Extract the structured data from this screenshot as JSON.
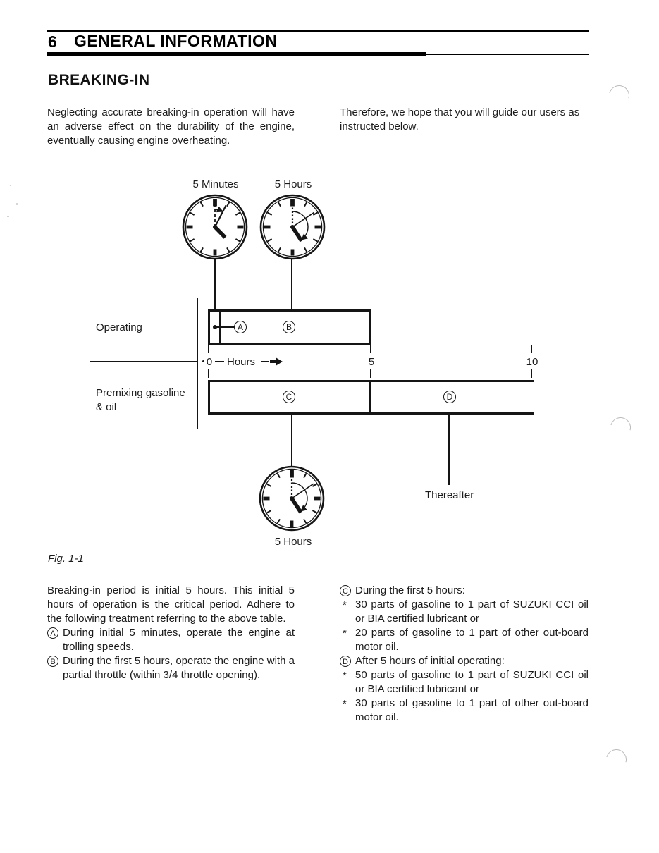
{
  "page": {
    "header": {
      "page_number": "6",
      "title": "GENERAL INFORMATION"
    },
    "section_title": "BREAKING-IN",
    "intro": {
      "left": "Neglecting accurate breaking-in operation will have an adverse effect on the durability of the engine, eventually causing engine overheating.",
      "right": "Therefore, we hope that you will guide our users as instructed below."
    }
  },
  "figure": {
    "caption": "Fig. 1-1",
    "top_clock_left_label": "5 Minutes",
    "top_clock_right_label": "5 Hours",
    "bottom_clock_label": "5 Hours",
    "row_operating_label": "Operating",
    "row_premixing_label_line1": "Premixing gasoline",
    "row_premixing_label_line2": "& oil",
    "axis": {
      "tick_0": "0",
      "axis_label": "Hours",
      "tick_5": "5",
      "tick_10": "10"
    },
    "marker_a": "A",
    "marker_b": "B",
    "marker_c": "C",
    "marker_d": "D",
    "thereafter_label": "Thereafter"
  },
  "body": {
    "left": {
      "paragraph": "Breaking-in period is initial 5 hours. This initial 5 hours of operation is the critical period. Adhere to the following treatment referring to the above table.",
      "item_a_marker": "A",
      "item_a_text": "During initial 5 minutes, operate the engine at trolling speeds.",
      "item_b_marker": "B",
      "item_b_text": "During the first 5 hours, operate the engine with a partial throttle (within 3/4 throttle opening)."
    },
    "right": {
      "bullet_char": "*",
      "item_c_marker": "C",
      "item_c_heading": "During the first 5 hours:",
      "item_c_bullet_1": "30 parts of gasoline to 1 part of SUZUKI CCI oil or BIA certified lubricant or",
      "item_c_bullet_2": "20 parts of gasoline to 1 part of other out-board motor oil.",
      "item_d_marker": "D",
      "item_d_heading": "After 5 hours of initial operating:",
      "item_d_bullet_1": "50 parts of gasoline to 1 part of SUZUKI CCI oil or BIA certified lubricant or",
      "item_d_bullet_2": "30 parts of gasoline to 1 part of other out-board motor oil."
    }
  },
  "colors": {
    "ink": "#1b1b1b",
    "diagram_line": "#151515",
    "paper": "#ffffff"
  }
}
